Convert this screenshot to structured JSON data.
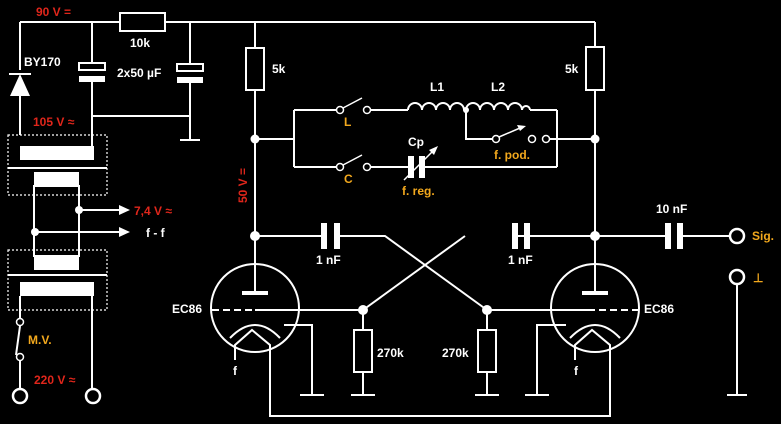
{
  "colors": {
    "background": "#000000",
    "wire": "#ffffff",
    "voltage_label": "#e0261b",
    "control_label": "#f2a81d",
    "part_label": "#ffffff"
  },
  "labels": {
    "v90": "90 V =",
    "r10k": "10k",
    "diode": "BY170",
    "caps_filter": "2x50 µF",
    "v105": "105 V ≈",
    "v7_4": "7,4 V ≈",
    "ff": "f - f",
    "mv": "M.V.",
    "v220": "220 V ≈",
    "r5k_left": "5k",
    "r5k_right": "5k",
    "L1": "L1",
    "L2": "L2",
    "sw_L": "L",
    "sw_C": "C",
    "cp": "Cp",
    "freg": "f. reg.",
    "fpod": "f. pod.",
    "v50": "50 V =",
    "c10nf": "10 nF",
    "sig": "Sig.",
    "ground_sym": "⊥",
    "c1nf_left": "1 nF",
    "c1nf_right": "1 nF",
    "tube_left": "EC86",
    "tube_right": "EC86",
    "r270k_left": "270k",
    "r270k_right": "270k",
    "f_left": "f",
    "f_right": "f"
  }
}
